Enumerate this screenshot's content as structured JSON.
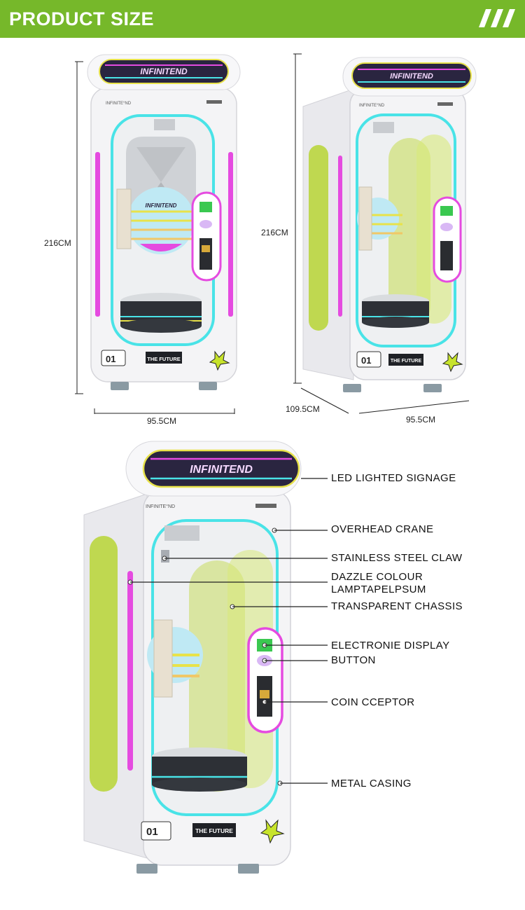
{
  "header": {
    "title": "PRODUCT SIZE",
    "brand_mark": "///"
  },
  "colors": {
    "header_green": "#76b82a",
    "neon_pink": "#e54be0",
    "neon_cyan": "#49e3e7",
    "lime": "#b7d534",
    "cabinet": "#f4f4f6"
  },
  "machine": {
    "sign_text": "INFINITEND",
    "brand_small": "INFINITE°ND",
    "badge_01": "01",
    "panel_text": "THE FUTURE"
  },
  "dimensions": {
    "height": "216CM",
    "width": "95.5CM",
    "depth": "109.5CM"
  },
  "callouts": [
    {
      "label": "LED LIGHTED SIGNAGE"
    },
    {
      "label": "OVERHEAD CRANE"
    },
    {
      "label": "STAINLESS STEEL CLAW"
    },
    {
      "label": "DAZZLE COLOUR LAMPTAPELPSUM"
    },
    {
      "label": "TRANSPARENT CHASSIS"
    },
    {
      "label": "ELECTRONIE DISPLAY"
    },
    {
      "label": "BUTTON"
    },
    {
      "label": "COIN CCEPTOR"
    },
    {
      "label": "METAL CASING"
    }
  ]
}
